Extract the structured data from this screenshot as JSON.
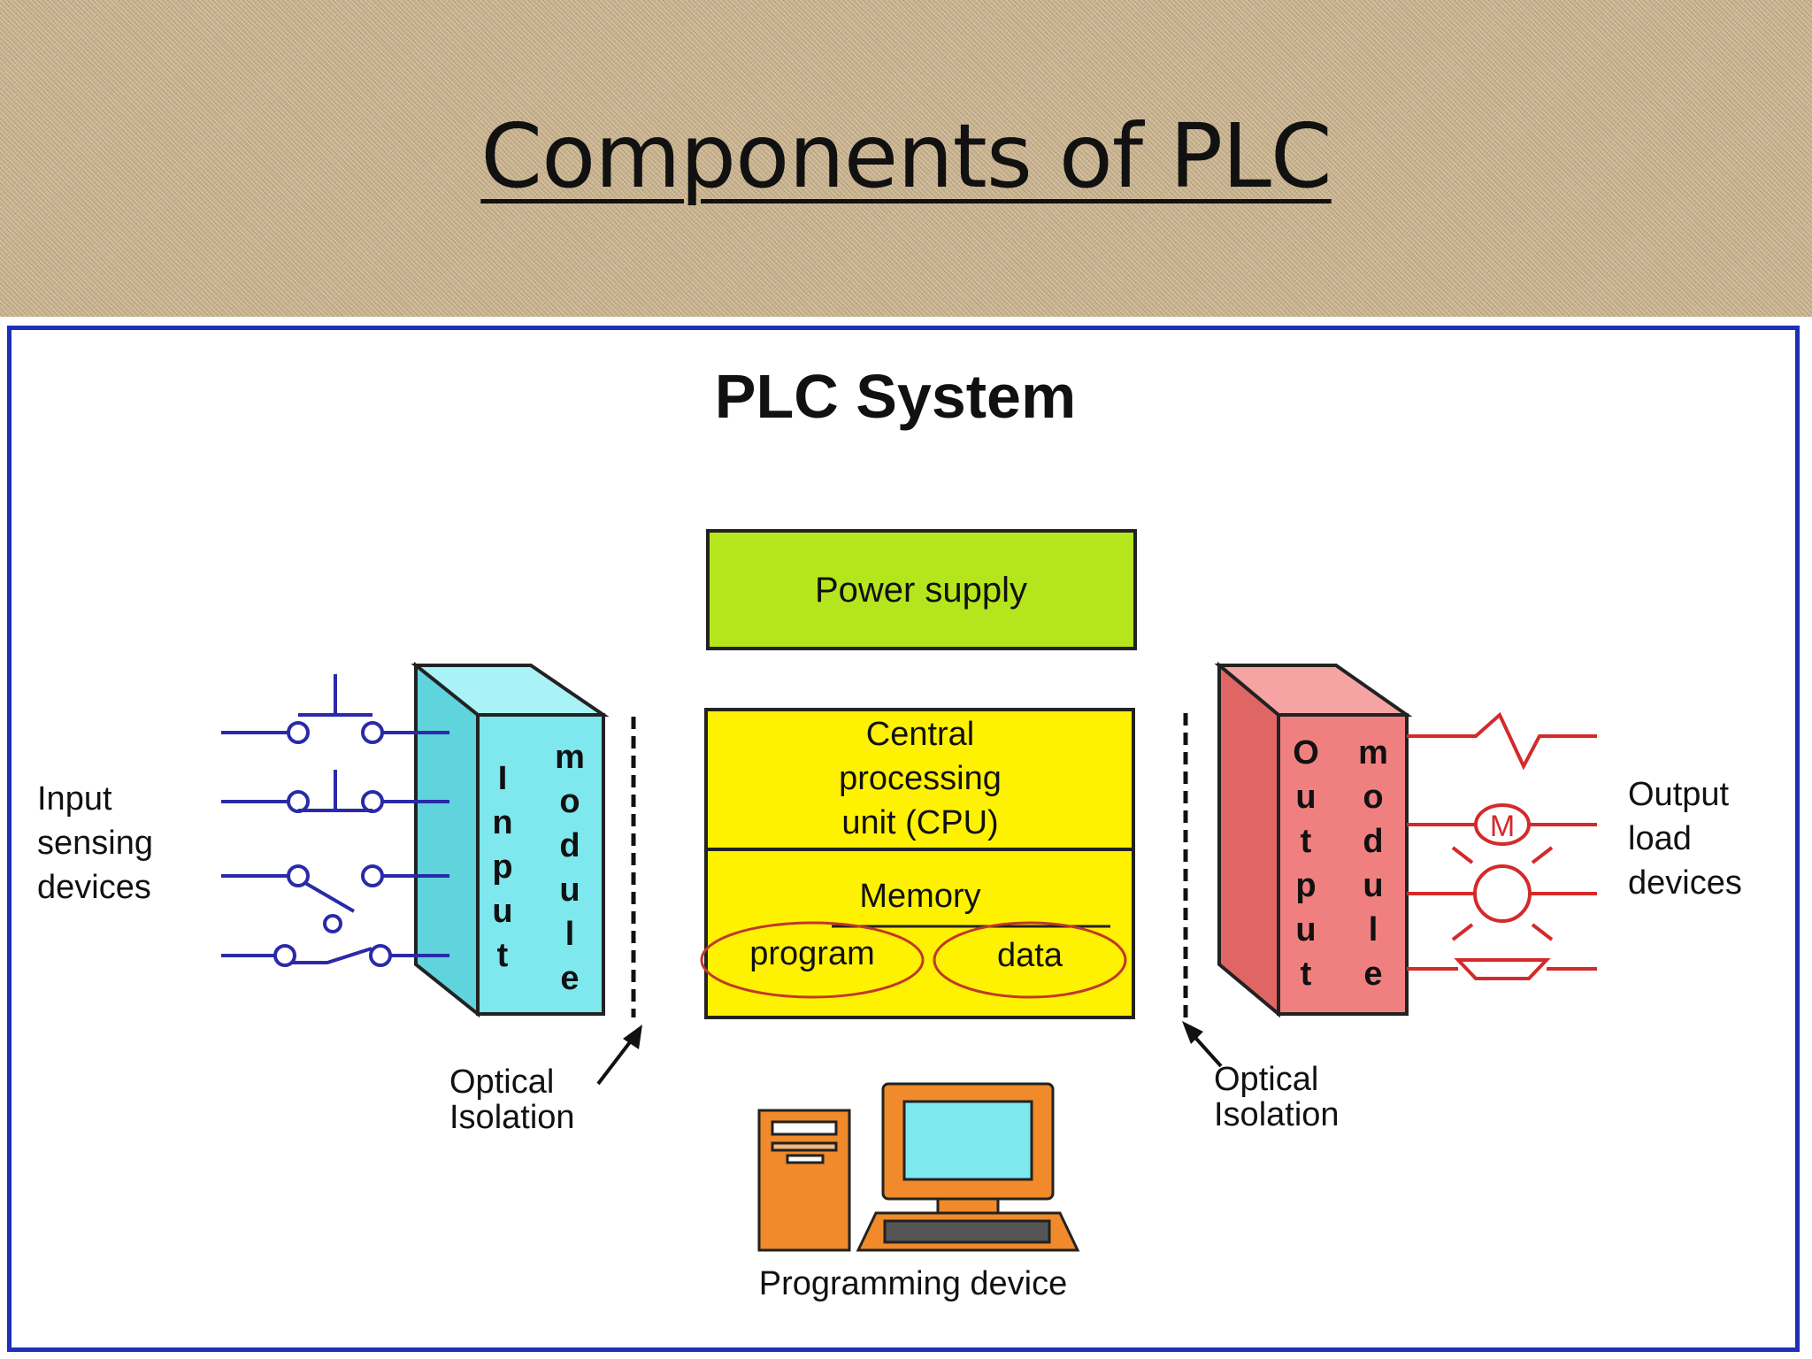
{
  "slide": {
    "title": "Components of PLC"
  },
  "diagram": {
    "title": "PLC System",
    "power_supply": "Power supply",
    "cpu": [
      "Central",
      "processing",
      "unit (CPU)"
    ],
    "memory": "Memory",
    "program": "program",
    "data": "data",
    "input_module": {
      "col1": [
        "I",
        "n",
        "p",
        "u",
        "t"
      ],
      "col2": [
        "m",
        "o",
        "d",
        "u",
        "l",
        "e"
      ]
    },
    "output_module": {
      "col1": [
        "O",
        "u",
        "t",
        "p",
        "u",
        "t"
      ],
      "col2": [
        "m",
        "o",
        "d",
        "u",
        "l",
        "e"
      ]
    },
    "input_devices": [
      "Input",
      "sensing",
      "devices"
    ],
    "output_devices": [
      "Output",
      "load",
      "devices"
    ],
    "optical_isolation_left": [
      "Optical",
      "Isolation"
    ],
    "optical_isolation_right": [
      "Optical",
      "Isolation"
    ],
    "motor_symbol": "M",
    "programming_device": "Programming device"
  },
  "colors": {
    "frame": "#1f2fb8",
    "power_supply": "#b5e61d",
    "cpu": "#fff200",
    "input_module": "#7ee8ee",
    "output_module": "#f08080",
    "input_wiring": "#2a2aa8",
    "output_wiring": "#d42a2a",
    "computer": "#f08a2a"
  }
}
